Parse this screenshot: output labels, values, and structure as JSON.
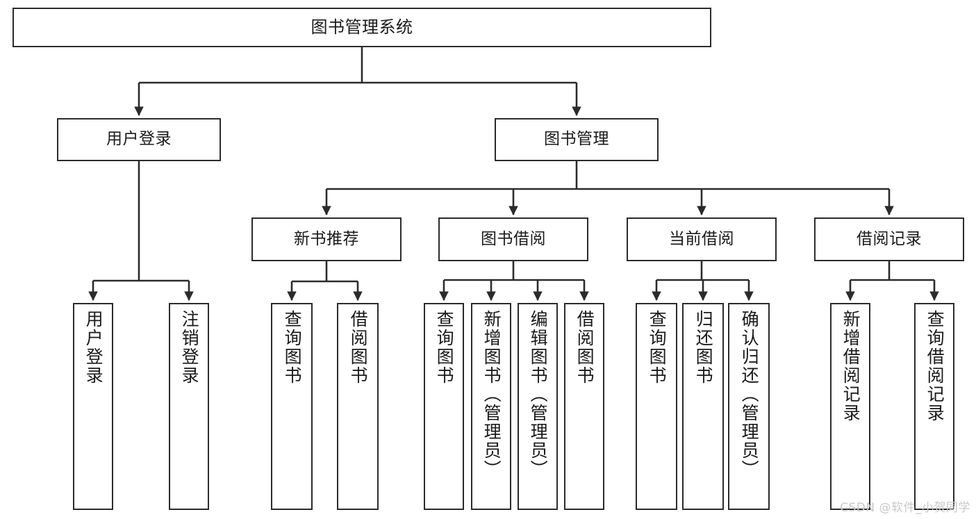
{
  "diagram": {
    "title": "图书管理系统",
    "watermark": "CSDN @软件_小贺同学",
    "stroke_color": "#2b2b2b",
    "text_color": "#1a1a1a",
    "background": "#ffffff",
    "nodes": {
      "root": "图书管理系统",
      "level2": {
        "user_login": "用户登录",
        "book_manage": "图书管理"
      },
      "level3": {
        "new_book_recommend": "新书推荐",
        "book_borrow": "图书借阅",
        "current_borrow": "当前借阅",
        "borrow_record": "借阅记录"
      },
      "leaves": {
        "user_login_1": "用户登录",
        "user_login_2": "注销登录",
        "new_book_1": "查询图书",
        "new_book_2": "借阅图书",
        "book_borrow_1": "查询图书",
        "book_borrow_2": "新增图书（管理员）",
        "book_borrow_3": "编辑图书（管理员）",
        "book_borrow_4": "借阅图书",
        "current_borrow_1": "查询图书",
        "current_borrow_2": "归还图书",
        "current_borrow_3": "确认归还（管理员）",
        "borrow_record_1": "新增借阅记录",
        "borrow_record_2": "查询借阅记录"
      }
    }
  }
}
